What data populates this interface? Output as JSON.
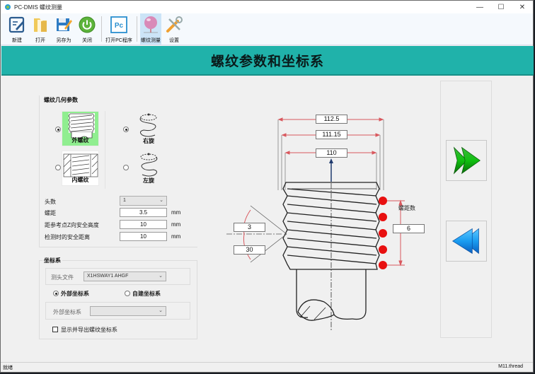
{
  "window": {
    "title": "PC-DMIS 螺纹测量",
    "controls": {
      "minimize": "—",
      "maximize": "☐",
      "close": "✕"
    }
  },
  "toolbar": {
    "buttons": [
      {
        "label": "新建",
        "icon": "new-doc-icon"
      },
      {
        "label": "打开",
        "icon": "folder-icon"
      },
      {
        "label": "另存为",
        "icon": "save-as-icon"
      },
      {
        "label": "关闭",
        "icon": "power-icon"
      },
      {
        "label": "打开PC程序",
        "icon": "pc-program-icon"
      },
      {
        "label": "螺纹测量",
        "icon": "probe-ball-icon",
        "active": true
      },
      {
        "label": "设置",
        "icon": "tools-icon"
      }
    ]
  },
  "banner": {
    "title": "螺纹参数和坐标系"
  },
  "geometry": {
    "group_title": "螺纹几何参数",
    "thread_type": {
      "options": [
        {
          "label": "外螺纹",
          "selected": true
        },
        {
          "label": "内螺纹",
          "selected": false
        }
      ]
    },
    "handedness": {
      "options": [
        {
          "label": "右旋",
          "selected": true
        },
        {
          "label": "左旋",
          "selected": false
        }
      ]
    },
    "fields": [
      {
        "label": "头数",
        "value": "1",
        "type": "select",
        "unit": ""
      },
      {
        "label": "螺距",
        "value": "3.5",
        "type": "input",
        "unit": "mm"
      },
      {
        "label": "距参考点Z向安全高度",
        "value": "10",
        "type": "input",
        "unit": "mm"
      },
      {
        "label": "检测时的安全距离",
        "value": "10",
        "type": "input",
        "unit": "mm"
      }
    ]
  },
  "coordinate": {
    "group_title": "坐标系",
    "probe_label": "测头文件",
    "probe_value": "X1HSWAY1 AHGF",
    "system_options": [
      {
        "label": "外部坐标系",
        "selected": true
      },
      {
        "label": "自建坐标系",
        "selected": false
      }
    ],
    "external_label": "外部坐标系",
    "external_value": "",
    "checkbox_label": "显示并导出螺纹坐标系",
    "checkbox_checked": false
  },
  "drawing": {
    "dims": {
      "major": "112.5",
      "pitch_dia": "111.15",
      "minor": "110"
    },
    "angle_top": "3",
    "angle_bottom": "30",
    "points_label": "螺距数",
    "points_value": "6",
    "point_color": "#e81010"
  },
  "nav": {
    "next": "next-icon",
    "prev": "previous-icon"
  },
  "statusbar": {
    "left": "就绪",
    "right": "M11.thread"
  },
  "colors": {
    "banner": "#20b2aa",
    "selected_thumb": "#90ee90",
    "dim_line": "#d9585e"
  }
}
